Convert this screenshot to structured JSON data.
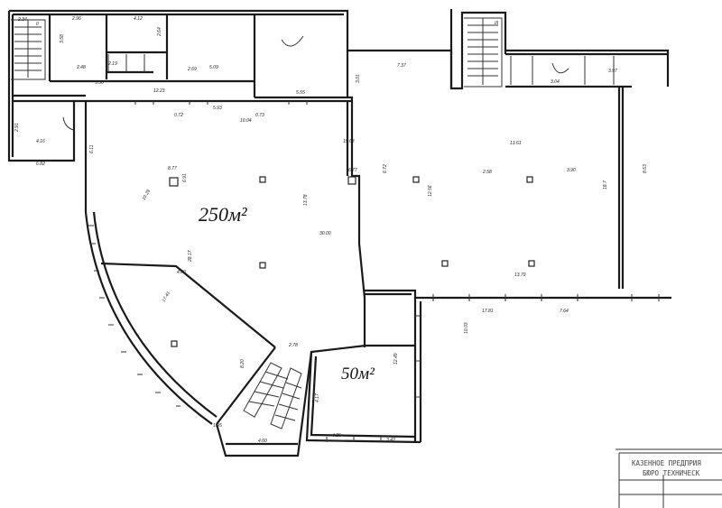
{
  "areas": {
    "main_hall": "250м²",
    "small_room": "50м²"
  },
  "stairs": {
    "stair_1": "II",
    "stair_2": "III"
  },
  "labels": [
    {
      "t": "2.34"
    },
    {
      "t": "2.96"
    },
    {
      "t": "4.12"
    },
    {
      "t": "3.58"
    },
    {
      "t": "2.64"
    },
    {
      "t": "5.09"
    },
    {
      "t": "2.48"
    },
    {
      "t": "5.56"
    },
    {
      "t": "12.23"
    },
    {
      "t": "5.55"
    },
    {
      "t": "5.93"
    },
    {
      "t": "7.37"
    },
    {
      "t": "3.01"
    },
    {
      "t": "3.04"
    },
    {
      "t": "3.97"
    },
    {
      "t": "2.91"
    },
    {
      "t": "4.16"
    },
    {
      "t": "6.82"
    },
    {
      "t": "6.11"
    },
    {
      "t": "0.72"
    },
    {
      "t": "0.73"
    },
    {
      "t": "10.04"
    },
    {
      "t": "15.68"
    },
    {
      "t": "13.61"
    },
    {
      "t": "6.72"
    },
    {
      "t": "2.58"
    },
    {
      "t": "3.90"
    },
    {
      "t": "8.53"
    },
    {
      "t": "18.7"
    },
    {
      "t": "6.77"
    },
    {
      "t": "10.28"
    },
    {
      "t": "13.78"
    },
    {
      "t": "12.56"
    },
    {
      "t": "8.77"
    },
    {
      "t": "28.17"
    },
    {
      "t": "30.00"
    },
    {
      "t": "13.79"
    },
    {
      "t": "17.81"
    },
    {
      "t": "7.64"
    },
    {
      "t": "10.03"
    },
    {
      "t": "17.41"
    },
    {
      "t": "8.20"
    },
    {
      "t": "2.78"
    },
    {
      "t": "12.49"
    },
    {
      "t": "4.17"
    },
    {
      "t": "4.25"
    },
    {
      "t": "3.42"
    },
    {
      "t": "4.60"
    },
    {
      "t": "1.95"
    },
    {
      "t": "2.19"
    },
    {
      "t": "2.69"
    },
    {
      "t": "6.91"
    },
    {
      "t": "4.00"
    }
  ],
  "stamp": {
    "line1": "КАЗЕННОЕ ПРЕДПРИЯ",
    "line2": "БЮРО ТЕХНИЧЕСК"
  }
}
